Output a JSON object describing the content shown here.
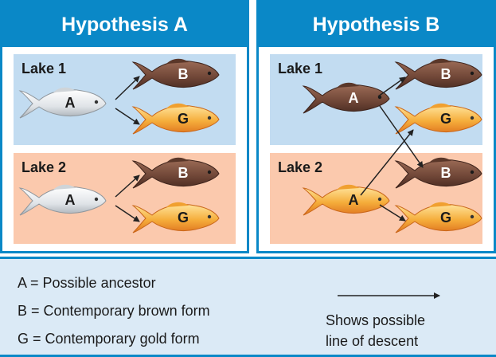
{
  "hypothesis_a": {
    "title": "Hypothesis A",
    "lake1": {
      "label": "Lake 1",
      "ancestor": "A",
      "brown": "B",
      "gold": "G"
    },
    "lake2": {
      "label": "Lake 2",
      "ancestor": "A",
      "brown": "B",
      "gold": "G"
    }
  },
  "hypothesis_b": {
    "title": "Hypothesis B",
    "lake1": {
      "label": "Lake 1",
      "ancestor": "A",
      "brown": "B",
      "gold": "G"
    },
    "lake2": {
      "label": "Lake 2",
      "ancestor": "A",
      "brown": "B",
      "gold": "G"
    }
  },
  "legend": {
    "ancestor": "A = Possible ancestor",
    "brown": "B = Contemporary brown form",
    "gold": "G = Contemporary gold form",
    "arrow_line1": "Shows possible",
    "arrow_line2": "line of descent"
  },
  "colors": {
    "accent": "#0a88c7",
    "lake1_bg": "#c2dcf1",
    "lake2_bg": "#fbc9ad",
    "silver_fish": "#e4e7ea",
    "brown_fish": "#6e4536",
    "gold_fish": "#f5ad3b",
    "legend_bg": "#dbeaf6"
  }
}
